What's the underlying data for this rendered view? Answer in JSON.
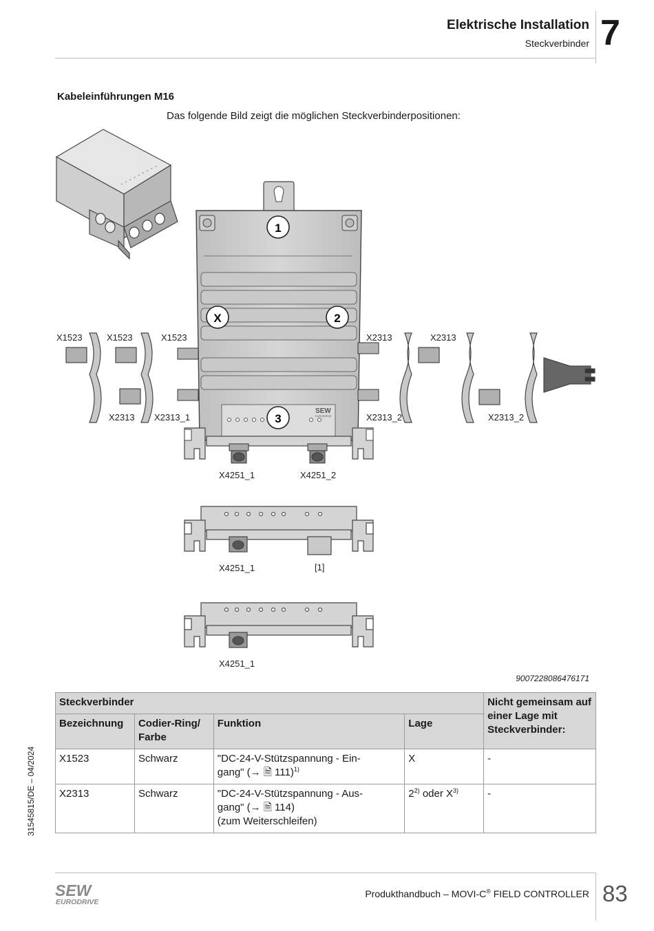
{
  "header": {
    "title": "Elektrische Installation",
    "subtitle": "Steckverbinder",
    "chapter": "7"
  },
  "section": {
    "title": "Kabeleinführungen M16",
    "intro": "Das folgende Bild zeigt die möglichen Steckverbinderpositionen:"
  },
  "figure": {
    "labels": {
      "x1523": "X1523",
      "x2313": "X2313",
      "x2313_1": "X2313_1",
      "x2313_2": "X2313_2",
      "x4251_1": "X4251_1",
      "x4251_2": "X4251_2",
      "pos1": "1",
      "pos2": "2",
      "pos3": "3",
      "posX": "X",
      "ref1": "[1]",
      "brand": "SEW",
      "brand_sub": "EURODRIVE"
    },
    "image_id": "9007228086476171"
  },
  "table": {
    "group_header": "Steckverbinder",
    "exclusive_header": "Nicht gemeinsam auf einer Lage mit Steckverbinder:",
    "col_bezeichnung": "Bezeichnung",
    "col_codier": "Codier-Ring/ Farbe",
    "col_funktion": "Funktion",
    "col_lage": "Lage",
    "rows": [
      {
        "bezeichnung": "X1523",
        "farbe": "Schwarz",
        "funktion_a": "\"DC-24-V-Stützspannung - Ein-",
        "funktion_b": "gang\" (→ 🗎 111)",
        "funktion_sup": "1)",
        "lage": "X",
        "exclusive": "-"
      },
      {
        "bezeichnung": "X2313",
        "farbe": "Schwarz",
        "funktion_a": "\"DC-24-V-Stützspannung - Aus-",
        "funktion_b": "gang\" (→ 🗎 114)",
        "funktion_c": "(zum Weiterschleifen)",
        "lage_a": "2",
        "lage_sup_a": "2)",
        "lage_mid": " oder X",
        "lage_sup_b": "3)",
        "exclusive": "-"
      }
    ]
  },
  "side_code": "31545815/DE – 04/2024",
  "footer": {
    "text_a": "Produkthandbuch – MOVI-C",
    "registered": "®",
    "text_b": " FIELD CONTROLLER",
    "page": "83",
    "logo_main": "SEW",
    "logo_sub": "EURODRIVE"
  }
}
